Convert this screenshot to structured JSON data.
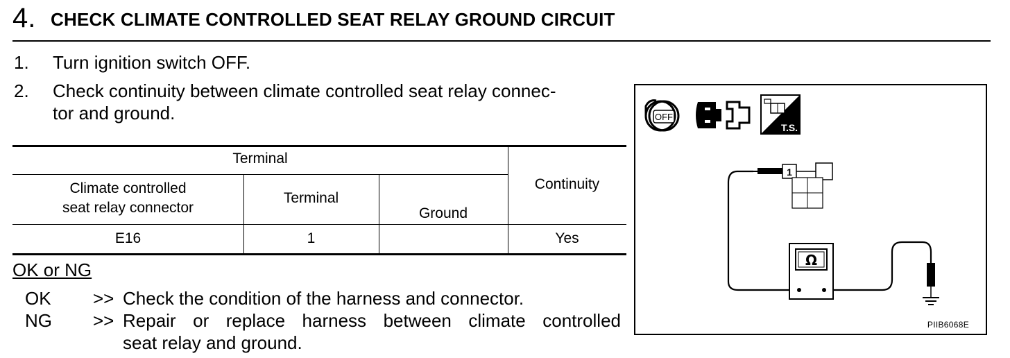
{
  "step": {
    "number": "4.",
    "title": "CHECK CLIMATE CONTROLLED SEAT RELAY GROUND CIRCUIT"
  },
  "instructions": [
    {
      "num": "1.",
      "lines": [
        "Turn ignition switch OFF."
      ]
    },
    {
      "num": "2.",
      "lines": [
        "Check continuity between climate controlled seat relay connec-",
        "tor and ground."
      ]
    }
  ],
  "table": {
    "header_terminal": "Terminal",
    "header_connector": [
      "Climate controlled",
      "seat relay connector"
    ],
    "header_terminal_sub": "Terminal",
    "header_ground": "Ground",
    "header_continuity": "Continuity",
    "row": {
      "connector": "E16",
      "terminal": "1",
      "continuity": "Yes"
    }
  },
  "results": {
    "title": "OK or NG",
    "items": [
      {
        "code": "OK",
        "arrow": ">>",
        "lines": [
          "Check the condition of the harness and connector."
        ]
      },
      {
        "code": "NG",
        "arrow": ">>",
        "lines": [
          "Repair or replace harness between climate controlled",
          "seat relay and ground."
        ]
      }
    ]
  },
  "diagram": {
    "icons": [
      {
        "name": "ignition-off-icon",
        "label": "OFF"
      },
      {
        "name": "connector-disconnect-icon"
      },
      {
        "name": "ts-harness-icon",
        "label": "T.S."
      }
    ],
    "terminal_label": "1",
    "meter_symbol": "Ω",
    "figure_id": "PIIB6068E"
  }
}
